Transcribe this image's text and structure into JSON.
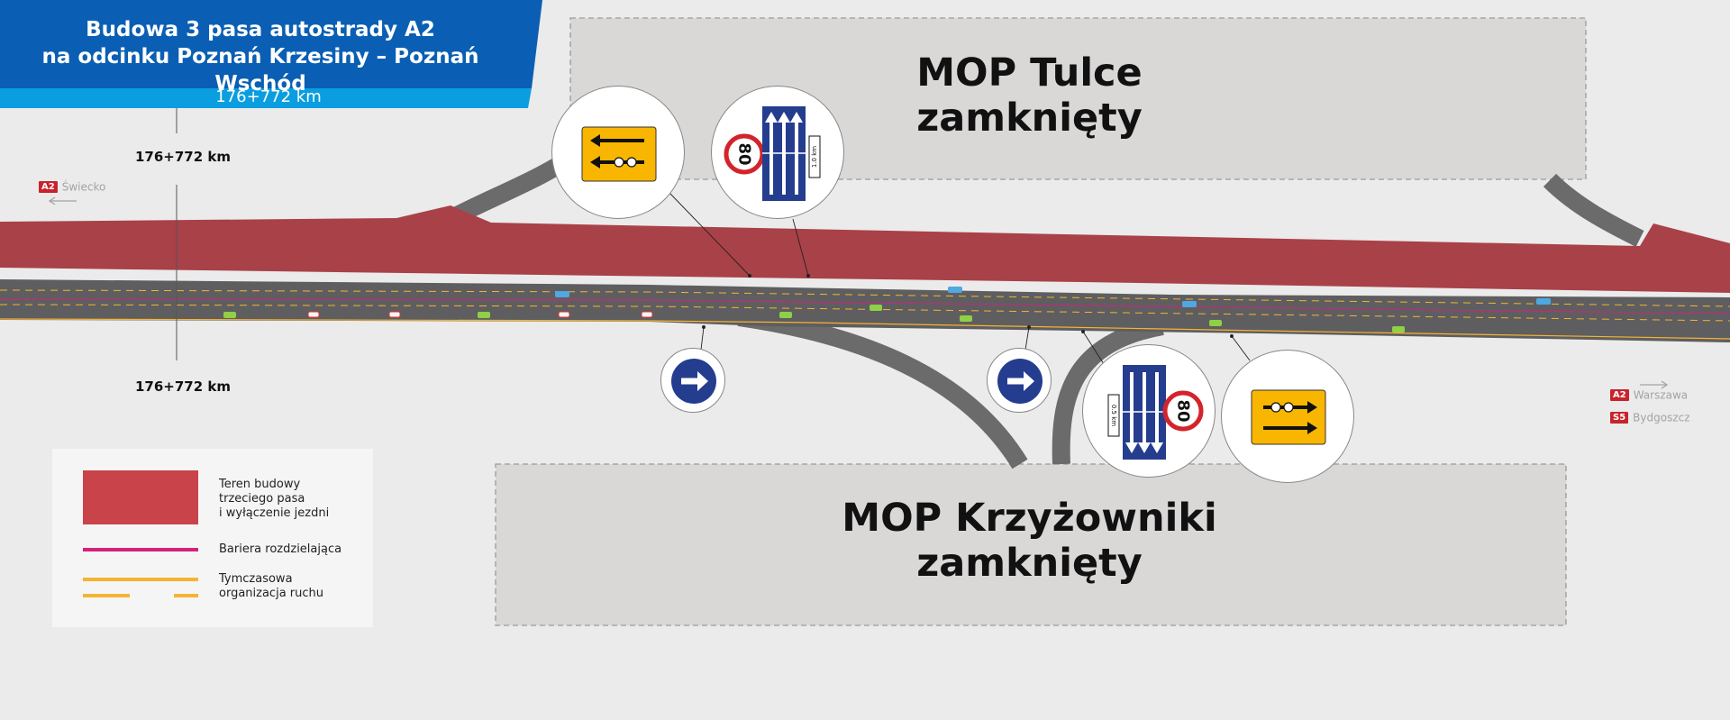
{
  "header": {
    "title_line1": "Budowa 3 pasa autostrady A2",
    "title_line2": "na odcinku Poznań Krzesiny – Poznań Wschód",
    "km": "176+772 km",
    "colors": {
      "dark": "#0a5fb4",
      "light": "#0a9ee0"
    }
  },
  "km_markers": {
    "top": "176+772 km",
    "bottom": "176+772 km"
  },
  "directions": {
    "west": {
      "badge": "A2",
      "label": "Świecko"
    },
    "east": [
      {
        "badge": "A2",
        "label": "Warszawa"
      },
      {
        "badge": "S5",
        "label": "Bydgoszcz"
      }
    ]
  },
  "mop_tulce": {
    "line1": "MOP Tulce",
    "line2": "zamknięty"
  },
  "mop_krzyzowniki": {
    "line1": "MOP Krzyżowniki",
    "line2": "zamknięty"
  },
  "legend": {
    "items": [
      {
        "label": "Teren budowy\ntrzeciego pasa\ni wyłączenie jezdni",
        "color": "#c8434a"
      },
      {
        "label": "Bariera rozdzielająca",
        "color": "#d6217a"
      },
      {
        "label": "Tymczasowa\norganizacja ruchu",
        "color": "#f6b333"
      }
    ]
  },
  "signs": {
    "speed_limit": "80",
    "distance_north": "1.0 km",
    "distance_south": "0.5 km",
    "colors": {
      "blue": "#253d8f",
      "yellow": "#f9b600",
      "red": "#d3242b"
    }
  },
  "colors": {
    "construction": "#a94148",
    "road": "#5e5e60",
    "ramp": "#6b6b6b",
    "mop_area": "#d9d8d7",
    "background": "#ebebeb"
  }
}
